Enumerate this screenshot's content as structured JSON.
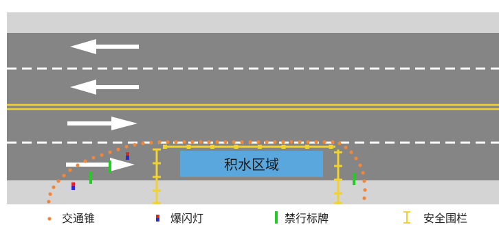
{
  "diagram": {
    "zone_label": "积水区域"
  },
  "legend": [
    {
      "key": "cone",
      "label": "交通锥",
      "icon": "traffic-cone-dot",
      "color": "#F0873A"
    },
    {
      "key": "flash",
      "label": "爆闪灯",
      "icon": "strobe-light",
      "colors": [
        "#D62828",
        "#2B2BD6"
      ]
    },
    {
      "key": "sign",
      "label": "禁行标牌",
      "icon": "no-entry-sign-bar",
      "color": "#22CC22"
    },
    {
      "key": "fence",
      "label": "安全围栏",
      "icon": "safety-fence-i",
      "color": "#F2D22E"
    }
  ],
  "colors": {
    "road": "#858585",
    "shoulder": "#D4D4D4",
    "lane_dash": "#FFFFFF",
    "center_line": "#F2D22E",
    "zone": "#5AA7DD",
    "zone_text": "#1A1A1A"
  }
}
